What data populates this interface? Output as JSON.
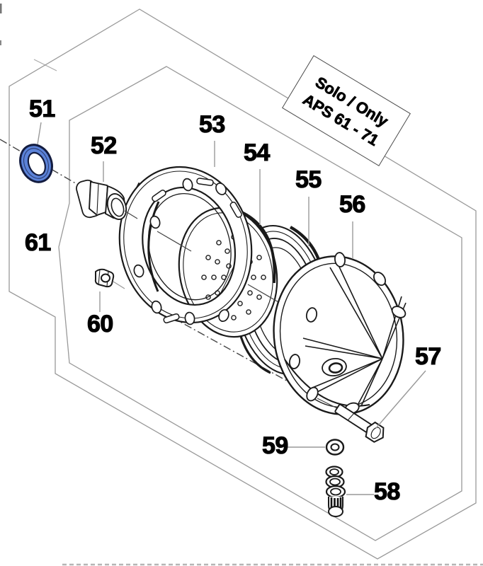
{
  "figure": {
    "note_box": {
      "line1": "Solo / Only",
      "line2": "APS 61 - 71"
    },
    "parts": [
      {
        "number": "51",
        "name": "o-ring"
      },
      {
        "number": "52",
        "name": "fitting"
      },
      {
        "number": "53",
        "name": "flange-ring"
      },
      {
        "number": "54",
        "name": "perforated-diaphragm-plate"
      },
      {
        "number": "55",
        "name": "diaphragm"
      },
      {
        "number": "56",
        "name": "diaphragm-cover"
      },
      {
        "number": "57",
        "name": "hex-bolt"
      },
      {
        "number": "58",
        "name": "valve-plug"
      },
      {
        "number": "59",
        "name": "washer"
      },
      {
        "number": "60",
        "name": "hex-nut"
      },
      {
        "number": "61",
        "name": "assembly-group"
      }
    ],
    "colors": {
      "o_ring_fill": "#5b82d8",
      "o_ring_outline": "#131c40",
      "drawing_line": "#1a1a1a",
      "guide_line": "#999999",
      "label_text": "#000000"
    }
  }
}
